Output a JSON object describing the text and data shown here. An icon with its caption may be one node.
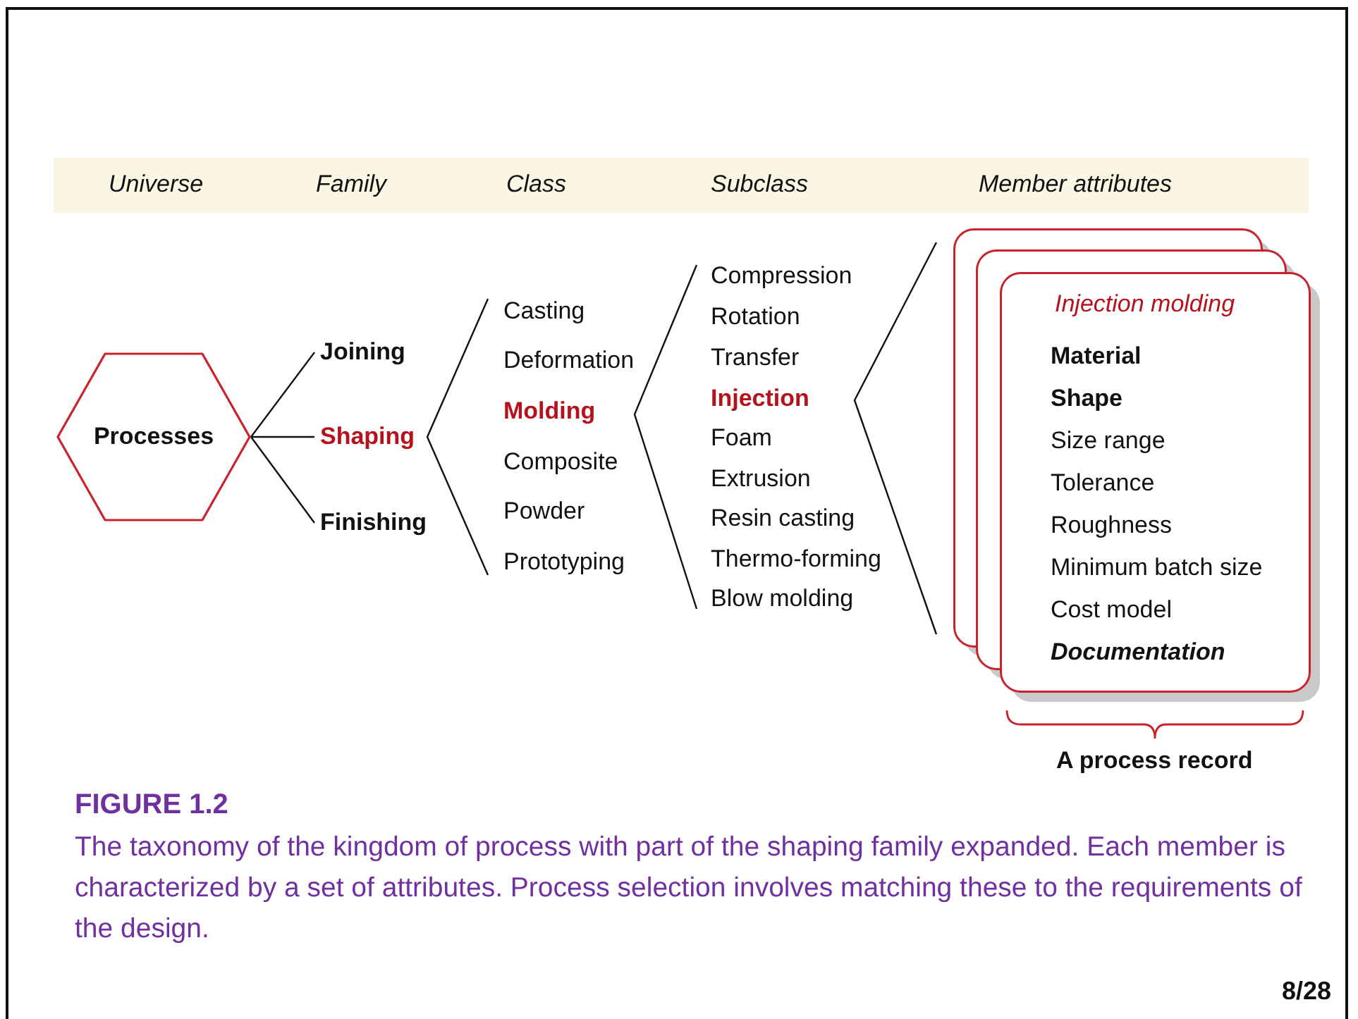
{
  "diagram": {
    "caption": "The taxonomy of the kingdom of process with part of the shaping family expanded. Each member is characterized by a set of attributes. Process selection involves matching these to the requirements of the design.",
    "nodes": [
      {
        "text": [
          "Processes"
        ]
      },
      {
        "text": [
          "Joining"
        ]
      },
      {
        "text": [
          "Shaping"
        ]
      },
      {
        "text": [
          "Finishing"
        ]
      },
      {
        "text": [
          "Injection molding",
          "Material",
          "Shape",
          "Size range",
          "Tolerance",
          "Roughness",
          "Minimum batch size",
          "Cost model",
          "Documentation"
        ],
        "beside": [
          "A process record"
        ]
      }
    ],
    "edges": [
      {
        "from": 0,
        "to": 1,
        "arrow": "none"
      },
      {
        "from": 0,
        "to": 2,
        "arrow": "none"
      },
      {
        "from": 0,
        "to": 3,
        "arrow": "none"
      }
    ],
    "labels": [
      "Universe",
      "Family",
      "Class",
      "Subclass",
      "Member attributes",
      "Casting",
      "Deformation",
      "Molding",
      "Composite",
      "Powder",
      "Prototyping",
      "Compression",
      "Rotation",
      "Transfer",
      "Injection",
      "Foam",
      "Extrusion",
      "Resin casting",
      "Thermo-forming",
      "Blow molding",
      "FIGURE 1.2",
      "8/28"
    ]
  }
}
